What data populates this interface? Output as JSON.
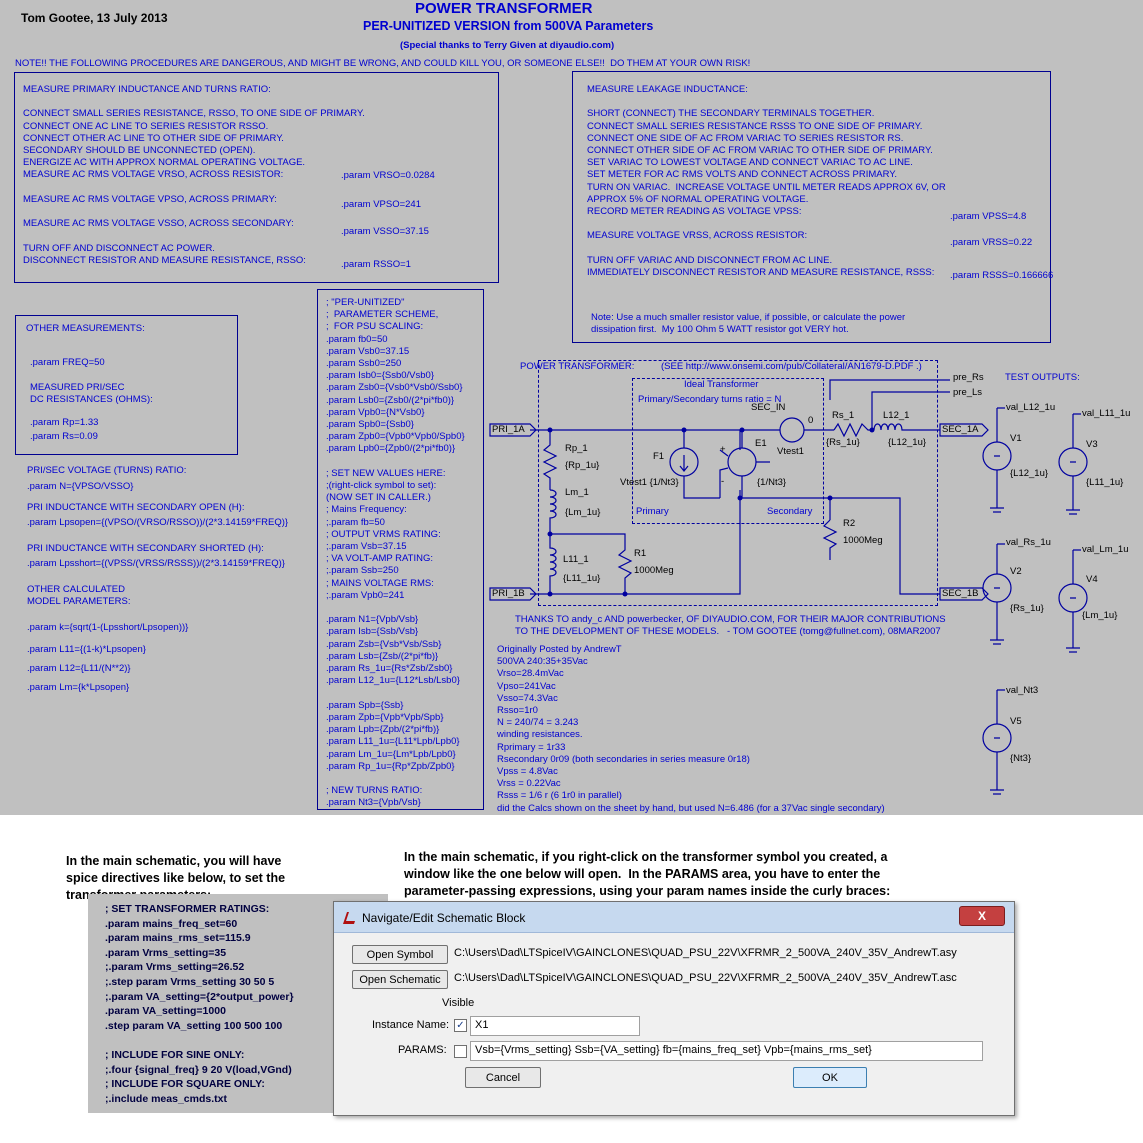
{
  "header": {
    "author_date": "Tom Gootee, 13 July 2013",
    "title": "POWER TRANSFORMER",
    "subtitle": "PER-UNITIZED VERSION from 500VA Parameters",
    "thanks": "(Special thanks to Terry Given at diyaudio.com)",
    "warning": "NOTE!! THE FOLLOWING PROCEDURES ARE DANGEROUS, AND MIGHT BE WRONG, AND COULD KILL YOU, OR SOMEONE ELSE!!  DO THEM AT YOUR OWN RISK!"
  },
  "primary_box": {
    "procedure": "MEASURE PRIMARY INDUCTANCE AND TURNS RATIO:\n\nCONNECT SMALL SERIES RESISTANCE, RSSO, TO ONE SIDE OF PRIMARY.\nCONNECT ONE AC LINE TO SERIES RESISTOR RSSO.\nCONNECT OTHER AC LINE TO OTHER SIDE OF PRIMARY.\nSECONDARY SHOULD BE UNCONNECTED (OPEN).\nENERGIZE AC WITH APPROX NORMAL OPERATING VOLTAGE.\nMEASURE AC RMS VOLTAGE VRSO, ACROSS RESISTOR:\n\nMEASURE AC RMS VOLTAGE VPSO, ACROSS PRIMARY:\n\nMEASURE AC RMS VOLTAGE VSSO, ACROSS SECONDARY:\n\nTURN OFF AND DISCONNECT AC POWER.\nDISCONNECT RESISTOR AND MEASURE RESISTANCE, RSSO:",
    "p1": ".param VRSO=0.0284",
    "p2": ".param VPSO=241",
    "p3": ".param VSSO=37.15",
    "p4": ".param RSSO=1"
  },
  "leakage_box": {
    "procedure": "MEASURE LEAKAGE INDUCTANCE:\n\nSHORT (CONNECT) THE SECONDARY TERMINALS TOGETHER.\nCONNECT SMALL SERIES RESISTANCE RSSS TO ONE SIDE OF PRIMARY.\nCONNECT ONE SIDE OF AC FROM VARIAC TO SERIES RESISTOR RS.\nCONNECT OTHER SIDE OF AC FROM VARIAC TO OTHER SIDE OF PRIMARY.\nSET VARIAC TO LOWEST VOLTAGE AND CONNECT VARIAC TO AC LINE.\nSET METER FOR AC RMS VOLTS AND CONNECT ACROSS PRIMARY.\nTURN ON VARIAC.  INCREASE VOLTAGE UNTIL METER READS APPROX 6V, OR\nAPPROX 5% OF NORMAL OPERATING VOLTAGE.\nRECORD METER READING AS VOLTAGE VPSS:\n\nMEASURE VOLTAGE VRSS, ACROSS RESISTOR:\n\nTURN OFF VARIAC AND DISCONNECT FROM AC LINE.\nIMMEDIATELY DISCONNECT RESISTOR AND MEASURE RESISTANCE, RSSS:",
    "p1": ".param VPSS=4.8",
    "p2": ".param VRSS=0.22",
    "p3": ".param RSSS=0.166666",
    "note": "Note: Use a much smaller resistor value, if possible, or calculate the power\ndissipation first.  My 100 Ohm 5 WATT resistor got VERY hot."
  },
  "other_measurements": {
    "title": "OTHER MEASUREMENTS:",
    "freq": ".param FREQ=50",
    "dc_title": "MEASURED PRI/SEC\nDC RESISTANCES (OHMS):",
    "rp": ".param Rp=1.33",
    "rs": ".param Rs=0.09"
  },
  "left_params": {
    "turns_title": "PRI/SEC VOLTAGE (TURNS) RATIO:",
    "turns": ".param N={VPSO/VSSO}",
    "open_title": "PRI INDUCTANCE WITH SECONDARY OPEN (H):",
    "open": ".param Lpsopen={(VPSO/(VRSO/RSSO))/(2*3.14159*FREQ)}",
    "short_title": "PRI INDUCTANCE WITH SECONDARY SHORTED (H):",
    "short": ".param Lpsshort={(VPSS/(VRSS/RSSS))/(2*3.14159*FREQ)}",
    "other_title": "OTHER CALCULATED\nMODEL PARAMETERS:",
    "k": ".param k={sqrt(1-(Lpsshort/Lpsopen))}",
    "l11": ".param L11={(1-k)*Lpsopen}",
    "l12": ".param L12={L11/(N**2)}",
    "lm": ".param Lm={k*Lpsopen}"
  },
  "middle_params": {
    "text": "; \"PER-UNITIZED\"\n;  PARAMETER SCHEME,\n;  FOR PSU SCALING:\n.param fb0=50\n.param Vsb0=37.15\n.param Ssb0=250\n.param Isb0={Ssb0/Vsb0}\n.param Zsb0={Vsb0*Vsb0/Ssb0}\n.param Lsb0={Zsb0/(2*pi*fb0)}\n.param Vpb0={N*Vsb0}\n.param Spb0={Ssb0}\n.param Zpb0={Vpb0*Vpb0/Spb0}\n.param Lpb0={Zpb0/(2*pi*fb0)}\n\n; SET NEW VALUES HERE:\n;(right-click symbol to set):\n(NOW SET IN CALLER.)\n; Mains Frequency:\n;.param fb=50\n; OUTPUT VRMS RATING:\n;.param Vsb=37.15\n; VA VOLT-AMP RATING:\n;.param Ssb=250\n; MAINS VOLTAGE RMS:\n;.param Vpb0=241\n\n.param N1={Vpb/Vsb}\n.param Isb={Ssb/Vsb}\n.param Zsb={Vsb*Vsb/Ssb}\n.param Lsb={Zsb/(2*pi*fb)}\n.param Rs_1u={Rs*Zsb/Zsb0}\n.param L12_1u={L12*Lsb/Lsb0}\n\n.param Spb={Ssb}\n.param Zpb={Vpb*Vpb/Spb}\n.param Lpb={Zpb/(2*pi*fb)}\n.param L11_1u={L11*Lpb/Lpb0}\n.param Lm_1u={Lm*Lpb/Lpb0}\n.param Rp_1u={Rp*Zpb/Zpb0}\n\n; NEW TURNS RATIO:\n.param Nt3={Vpb/Vsb}"
  },
  "schematic": {
    "pt_label": "POWER TRANSFORMER:",
    "link": "(SEE http://www.onsemi.com/pub/Collateral/AN1679-D.PDF .)",
    "ideal": "Ideal Transformer",
    "ratio": "Primary/Secondary turns ratio = N",
    "sec_in": "SEC_IN",
    "zero": "0",
    "pre_rs": "pre_Rs",
    "pre_ls": "pre_Ls",
    "test_outputs": "TEST OUTPUTS:",
    "pri1a": "PRI_1A",
    "pri1b": "PRI_1B",
    "sec1a": "SEC_1A",
    "sec1b": "SEC_1B",
    "rp1": "Rp_1",
    "rp1v": "{Rp_1u}",
    "lm1": "Lm_1",
    "lm1v": "{Lm_1u}",
    "l111": "L11_1",
    "l111v": "{L11_1u}",
    "r1": "R1",
    "r1v": "1000Meg",
    "r2": "R2",
    "r2v": "1000Meg",
    "f1": "F1",
    "f1v": "Vtest1 {1/Nt3}",
    "e1": "E1",
    "e1v": "{1/Nt3}",
    "vtest1": "Vtest1",
    "rs1": "Rs_1",
    "rs1v": "{Rs_1u}",
    "l121": "L12_1",
    "l121v": "{L12_1u}",
    "primary": "Primary",
    "secondary": "Secondary",
    "plus": "+",
    "minus": "-",
    "val_l12": "val_L12_1u",
    "v1": "V1",
    "v1v": "{L12_1u}",
    "val_l11": "val_L11_1u",
    "v3": "V3",
    "v3v": "{L11_1u}",
    "val_rs": "val_Rs_1u",
    "v2": "V2",
    "v2v": "{Rs_1u}",
    "val_lm": "val_Lm_1u",
    "v4": "V4",
    "v4v": "{Lm_1u}",
    "val_nt3": "val_Nt3",
    "v5": "V5",
    "v5v": "{Nt3}"
  },
  "credits": {
    "thanks": "THANKS TO andy_c AND powerbecker, OF DIYAUDIO.COM, FOR THEIR MAJOR CONTRIBUTIONS\nTO THE DEVELOPMENT OF THESE MODELS.   - TOM GOOTEE (tomg@fullnet.com), 08MAR2007",
    "posted": "Originally Posted by AndrewT\n500VA 240:35+35Vac\nVrso=28.4mVac\nVpso=241Vac\nVsso=74.3Vac\nRsso=1r0\nN = 240/74 = 3.243\nwinding resistances.\nRprimary = 1r33\nRsecondary 0r09 (both secondaries in series measure 0r18)\nVpss = 4.8Vac\nVrss = 0.22Vac\nRsss = 1/6 r (6 1r0 in parallel)\ndid the Calcs shown on the sheet by hand, but used N=6.486 (for a 37Vac single secondary)"
  },
  "bottom": {
    "left_caption": "In the main schematic, you will have\nspice directives like below, to set the\ntransformer parameters:",
    "right_caption": "In the main schematic, if you right-click on the transformer symbol you created, a\nwindow like the one below will open.  In the PARAMS area, you have to enter the\nparameter-passing expressions, using your param names inside the curly braces:",
    "directives": "; SET TRANSFORMER RATINGS:\n.param mains_freq_set=60\n.param mains_rms_set=115.9\n.param Vrms_setting=35\n;.param Vrms_setting=26.52\n;.step param Vrms_setting 30 50 5\n;.param VA_setting={2*output_power}\n.param VA_setting=1000\n.step param VA_setting 100 500 100\n\n; INCLUDE FOR SINE ONLY:\n;.four {signal_freq} 9 20 V(load,VGnd)\n; INCLUDE FOR SQUARE ONLY:\n;.include meas_cmds.txt"
  },
  "dialog": {
    "title": "Navigate/Edit Schematic Block",
    "close": "X",
    "open_symbol": "Open Symbol",
    "symbol_path": "C:\\Users\\Dad\\LTSpiceIV\\GAINCLONES\\QUAD_PSU_22V\\XFRMR_2_500VA_240V_35V_AndrewT.asy",
    "open_schematic": "Open Schematic",
    "schematic_path": "C:\\Users\\Dad\\LTSpiceIV\\GAINCLONES\\QUAD_PSU_22V\\XFRMR_2_500VA_240V_35V_AndrewT.asc",
    "visible": "Visible",
    "instance_label": "Instance Name:",
    "instance_value": "X1",
    "params_label": "PARAMS:",
    "params_value": "Vsb={Vrms_setting} Ssb={VA_setting} fb={mains_freq_set} Vpb={mains_rms_set}",
    "cancel": "Cancel",
    "ok": "OK",
    "check": "✓"
  },
  "colors": {
    "schematic_bg": "#c0c0c0",
    "wire": "#0000a0",
    "text": "#0000d0",
    "dialog_bg": "#f0f0f0"
  }
}
